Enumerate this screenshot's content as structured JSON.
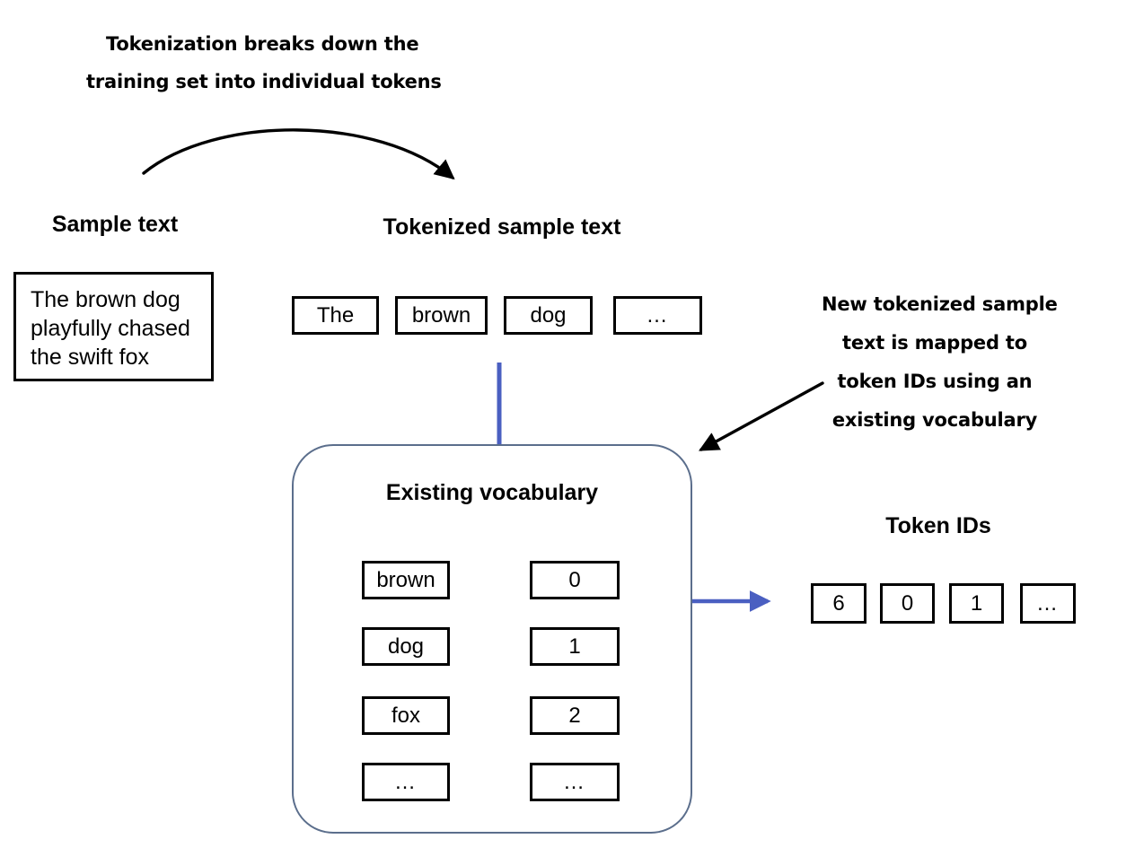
{
  "annotations": {
    "tokenization_note": {
      "line1": "Tokenization breaks down the",
      "line2": "training set into individual tokens"
    },
    "mapping_note": {
      "line1": "New tokenized sample",
      "line2": "text is mapped to",
      "line3": "token IDs using an",
      "line4": "existing vocabulary"
    }
  },
  "sample_text": {
    "heading": "Sample text",
    "line1": "The brown dog",
    "line2": "playfully chased",
    "line3": "the swift fox"
  },
  "tokenized": {
    "heading": "Tokenized sample text",
    "tokens": [
      "The",
      "brown",
      "dog",
      "…"
    ]
  },
  "vocabulary": {
    "heading": "Existing vocabulary",
    "entries": [
      {
        "token": "brown",
        "id": "0"
      },
      {
        "token": "dog",
        "id": "1"
      },
      {
        "token": "fox",
        "id": "2"
      },
      {
        "token": "…",
        "id": "…"
      }
    ]
  },
  "token_ids": {
    "heading": "Token IDs",
    "values": [
      "6",
      "0",
      "1",
      "…"
    ]
  },
  "colors": {
    "accent_blue": "#4a5fc1",
    "box_border_blue": "#5b6e8c",
    "ink": "#000000",
    "background": "#ffffff"
  },
  "icons": {
    "curved_arrow": "curved-arrow-icon",
    "diagonal_arrow": "diagonal-arrow-icon",
    "mapping_arrow": "right-arrow-icon",
    "output_arrow": "blue-right-arrow-icon",
    "connector": "blue-connector-icon"
  }
}
